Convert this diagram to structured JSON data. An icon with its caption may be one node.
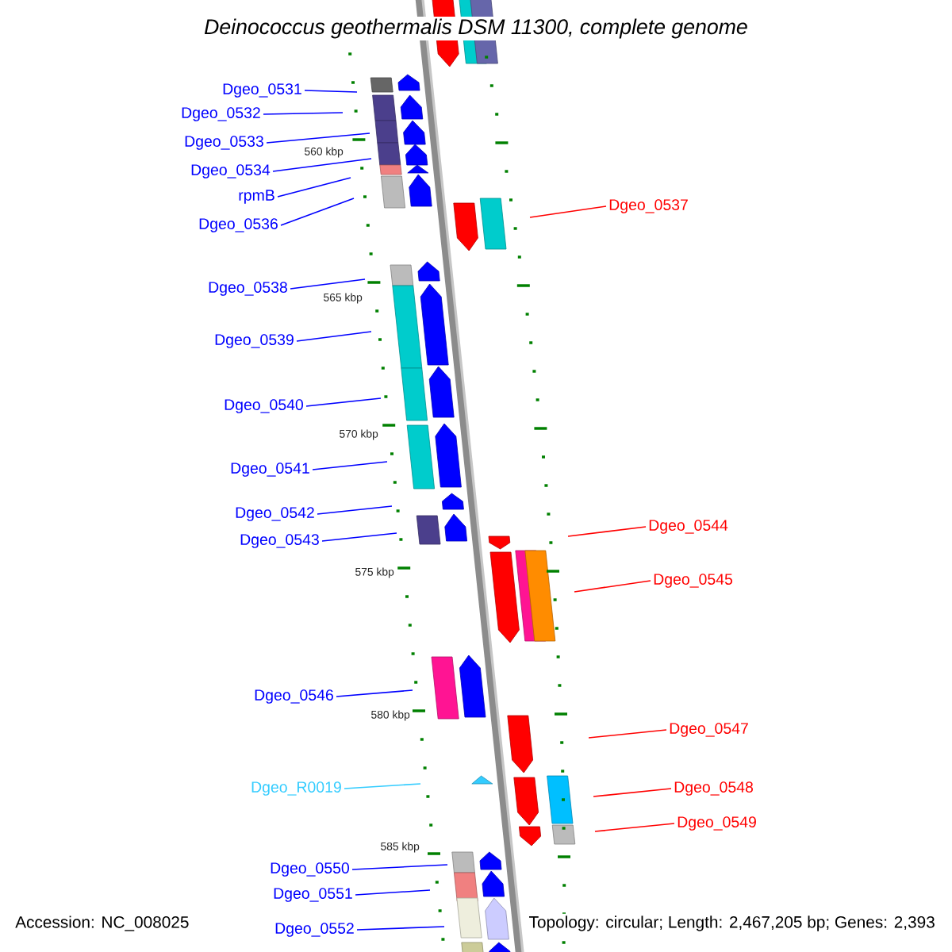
{
  "diagram": {
    "title": "*Deinococcus geothermalis* DSM 11300, complete genome",
    "nodes": [
      {
        "text": [
          "Dgeo_0531"
        ]
      },
      {
        "text": [
          "Dgeo_0532"
        ]
      },
      {
        "text": [
          "Dgeo_0533"
        ]
      },
      {
        "text": [
          "Dgeo_0534"
        ]
      },
      {
        "text": [
          "rpmB"
        ]
      },
      {
        "text": [
          "Dgeo_0536"
        ]
      },
      {
        "text": [
          "Dgeo_0537"
        ]
      },
      {
        "text": [
          "Dgeo_0538"
        ]
      },
      {
        "text": [
          "Dgeo_0539"
        ]
      },
      {
        "text": [
          "Dgeo_0540"
        ]
      },
      {
        "text": [
          "Dgeo_0541"
        ]
      },
      {
        "text": [
          "Dgeo_0542"
        ]
      },
      {
        "text": [
          "Dgeo_0544"
        ]
      },
      {
        "text": [
          "Dgeo_0543"
        ]
      },
      {
        "text": [
          "Dgeo_0545"
        ]
      },
      {
        "text": [
          "Dgeo_0546"
        ]
      },
      {
        "text": [
          "Dgeo_0547"
        ]
      },
      {
        "text": [
          "Dgeo_0548"
        ]
      },
      {
        "text": [
          "Dgeo_R0019"
        ]
      },
      {
        "text": [
          "Dgeo_0549"
        ]
      },
      {
        "text": [
          "Dgeo_0550"
        ]
      },
      {
        "text": [
          "Dgeo_0551"
        ]
      },
      {
        "text": [
          "Dgeo_0552"
        ]
      }
    ],
    "edges": [
      {
        "from": 0,
        "to": null,
        "arrow": "none"
      },
      {
        "from": 1,
        "to": null,
        "arrow": "none"
      },
      {
        "from": 2,
        "to": null,
        "arrow": "none"
      },
      {
        "from": 3,
        "to": null,
        "arrow": "none"
      },
      {
        "from": 4,
        "to": null,
        "arrow": "none"
      },
      {
        "from": 5,
        "to": null,
        "arrow": "none"
      },
      {
        "from": 6,
        "to": null,
        "arrow": "none",
        "color": "#ff0000"
      },
      {
        "from": 7,
        "to": null,
        "arrow": "none"
      },
      {
        "from": 8,
        "to": null,
        "arrow": "none"
      },
      {
        "from": 9,
        "to": null,
        "arrow": "none"
      },
      {
        "from": 10,
        "to": null,
        "arrow": "none"
      },
      {
        "from": 11,
        "to": null,
        "arrow": "none"
      },
      {
        "from": 12,
        "to": null,
        "arrow": "none",
        "color": "#ff0000"
      },
      {
        "from": 13,
        "to": null,
        "arrow": "none"
      },
      {
        "from": 14,
        "to": null,
        "arrow": "none",
        "color": "#ff0000"
      },
      {
        "from": 15,
        "to": null,
        "arrow": "none"
      },
      {
        "from": 16,
        "to": null,
        "arrow": "none",
        "color": "#ff0000"
      },
      {
        "from": 17,
        "to": null,
        "arrow": "none",
        "color": "#ff0000"
      },
      {
        "from": 18,
        "to": null,
        "arrow": "none",
        "color": "#33ccff"
      },
      {
        "from": 19,
        "to": null,
        "arrow": "none",
        "color": "#ff0000"
      },
      {
        "from": 20,
        "to": null,
        "arrow": "none"
      },
      {
        "from": 21,
        "to": null,
        "arrow": "none"
      },
      {
        "from": 22,
        "to": null,
        "arrow": "none"
      }
    ],
    "labels": [
      "560 kbp",
      "565 kbp",
      "570 kbp",
      "575 kbp",
      "580 kbp",
      "585 kbp",
      "Accession: NC_008025",
      "Topology: circular; Length: 2,467,205 bp; Genes: 2,393"
    ]
  }
}
